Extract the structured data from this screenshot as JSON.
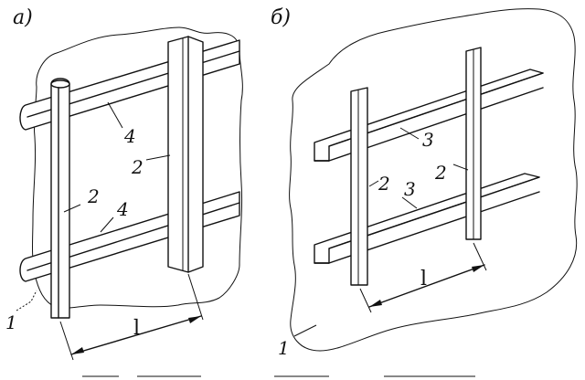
{
  "panels": {
    "a": {
      "title": "а)",
      "wall_label": "1",
      "post_label": "2",
      "post_label_right": "2",
      "bar_label_top": "4",
      "bar_label_bottom": "4",
      "span_label": "l"
    },
    "b": {
      "title": "б)",
      "wall_label": "1",
      "post_label": "2",
      "post_label_right": "2",
      "angle_label_top": "3",
      "angle_label_bottom": "3",
      "span_label": "l"
    }
  }
}
